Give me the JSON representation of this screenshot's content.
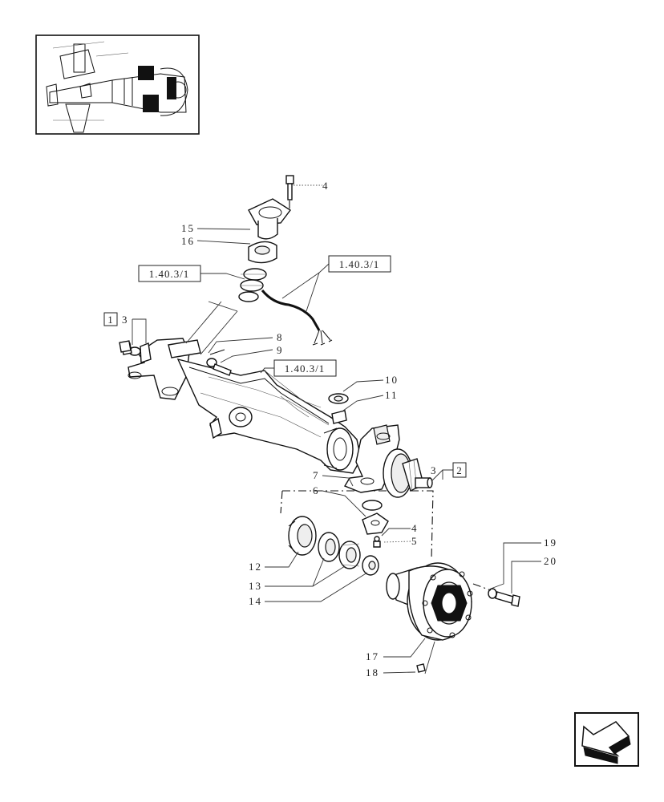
{
  "callouts": {
    "p1": "1",
    "p2": "2",
    "p3a": "3",
    "p3b": "3",
    "p4a": "4",
    "p4b": "4",
    "p5": "5",
    "p6": "6",
    "p7": "7",
    "p8": "8",
    "p9": "9",
    "p10": "10",
    "p11": "11",
    "p12": "12",
    "p13": "13",
    "p14": "14",
    "p15": "15",
    "p16": "16",
    "p17": "17",
    "p18": "18",
    "p19": "19",
    "p20": "20"
  },
  "references": {
    "ref_a": "1.40.3/1",
    "ref_b": "1.40.3/1",
    "ref_c": "1.40.3/1"
  },
  "icons": {
    "nav": "back-arrow-icon"
  }
}
